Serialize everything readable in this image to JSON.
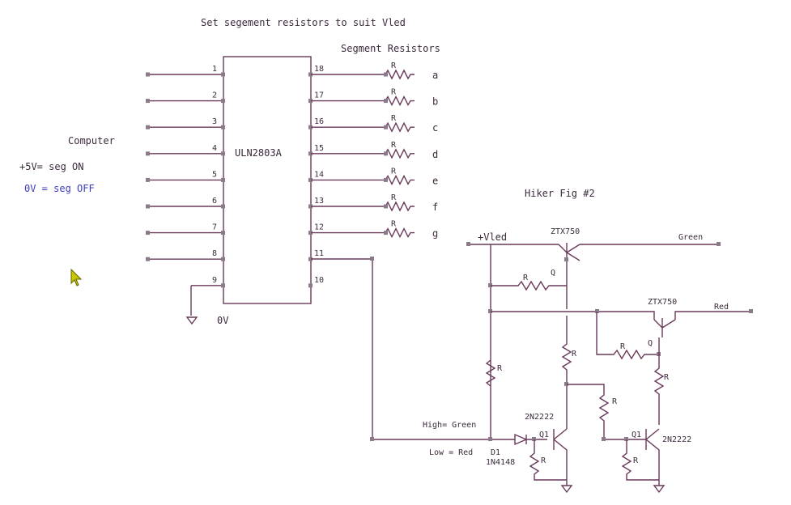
{
  "title": "Set segement resistors to suit Vled",
  "segment_resistors_title": "Segment Resistors",
  "computer_label": "Computer",
  "on_note": "+5V= seg ON",
  "off_note": "0V = seg OFF",
  "chip_name": "ULN2803A",
  "ground_label": "0V",
  "left_pins": [
    "1",
    "2",
    "3",
    "4",
    "5",
    "6",
    "7",
    "8",
    "9"
  ],
  "right_pins": [
    "18",
    "17",
    "16",
    "15",
    "14",
    "13",
    "12",
    "11",
    "10"
  ],
  "resistor_label": "R",
  "segments": [
    "a",
    "b",
    "c",
    "d",
    "e",
    "f",
    "g"
  ],
  "fig_title": "Hiker Fig #2",
  "vled_label": "+Vled",
  "transistor_pnp": "ZTX750",
  "transistor_npn": "2N2222",
  "green_out": "Green",
  "red_out": "Red",
  "high_note": "High= Green",
  "low_note": "Low = Red",
  "diode_ref": "D1",
  "diode_part": "1N4148",
  "q_ref": "Q1",
  "q_pin": "Q"
}
